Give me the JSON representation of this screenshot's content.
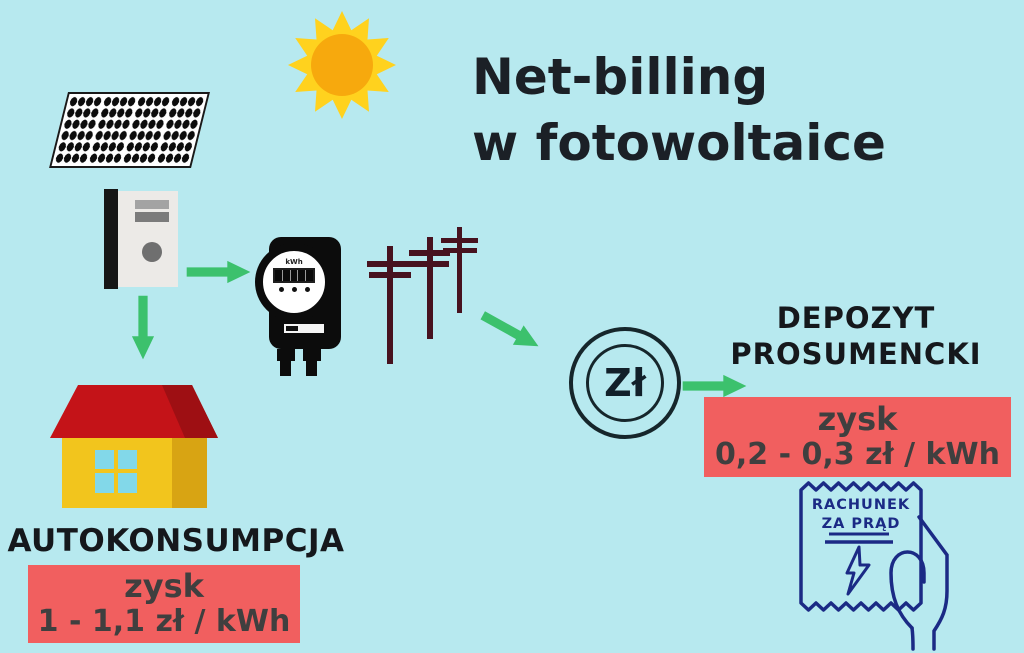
{
  "title": {
    "line1": "Net-billing",
    "line2": "w fotowoltaice"
  },
  "meter": {
    "unit": "kWh"
  },
  "coin": {
    "label": "Zł"
  },
  "deposit": {
    "title_line1": "DEPOZYT",
    "title_line2": "PROSUMENCKI",
    "profit_label": "zysk",
    "profit_value": "0,2 - 0,3 zł / kWh"
  },
  "selfuse": {
    "title": "AUTOKONSUMPCJA",
    "profit_label": "zysk",
    "profit_value": "1 - 1,1 zł / kWh"
  },
  "receipt": {
    "line1": "RACHUNEK",
    "line2": "ZA PRĄD"
  },
  "colors": {
    "background": "#b7e9ef",
    "arrow_green": "#3cc16d",
    "box_red": "#f15f5f",
    "box_text": "#3f3f3f",
    "title_text": "#1b2026",
    "receipt_navy": "#1b2a85",
    "pole_maroon": "#47121f",
    "roof_red": "#c41318",
    "roof_red_dark": "#9e0f13",
    "wall_yellow": "#f2c51d",
    "wall_yellow_dark": "#d8a413",
    "window_blue": "#82d8e9",
    "sun_ray_yellow": "#ffd21e",
    "sun_core_orange": "#f7a90d"
  }
}
